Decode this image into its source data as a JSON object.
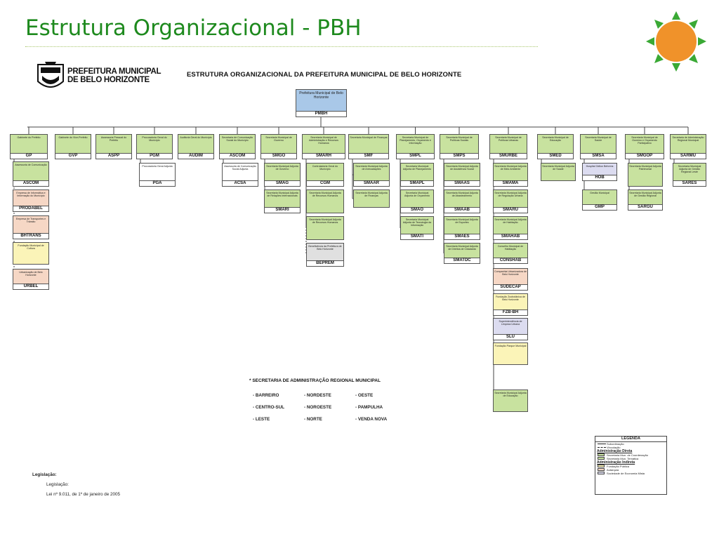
{
  "header": {
    "title": "Estrutura Organizacional - PBH",
    "logo_line1": "PREFEITURA MUNICIPAL",
    "logo_line2": "DE BELO HORIZONTE",
    "chart_title": "ESTRUTURA ORGANIZACIONAL DA PREFEITURA MUNICIPAL DE BELO HORIZONTE"
  },
  "colors": {
    "title_green": "#1e8a1e",
    "sun_orange": "#f0922a",
    "sun_rays": "#3aa935",
    "direct_green": "#c8e29f",
    "root_blue": "#a9c8e8",
    "foundation_yellow": "#fbf4b8",
    "autarchy_peach": "#f6d7c5",
    "mixed_lavender": "#dcdcf0"
  },
  "root": {
    "name": "Prefeitura Municipal de Belo Horizonte",
    "abbr": "PMBH"
  },
  "top_units": [
    {
      "name": "Gabinete do Prefeito",
      "abbr": "GP"
    },
    {
      "name": "Gabinete do Vice-Prefeito",
      "abbr": "GVP"
    },
    {
      "name": "Assessoria Pessoal do Prefeito",
      "abbr": "ASPP"
    },
    {
      "name": "Procuradoria Geral do Município",
      "abbr": "PGM"
    },
    {
      "name": "Auditoria Geral do Município",
      "abbr": "AUDIM"
    },
    {
      "name": "Secretaria de Comunicação Social do Município",
      "abbr": "ASCOM"
    },
    {
      "name": "Secretaria Municipal de Governo",
      "abbr": "SMGO"
    },
    {
      "name": "Secretaria Municipal de Administração e Recursos Humanos",
      "abbr": "SMARH"
    },
    {
      "name": "Secretaria Municipal de Finanças",
      "abbr": "SMF"
    },
    {
      "name": "Secretaria Municipal de Planejamento, Orçamento e Informação",
      "abbr": "SMPL"
    },
    {
      "name": "Secretaria Municipal de Políticas Sociais",
      "abbr": "SMPS"
    },
    {
      "name": "Secretaria Municipal de Políticas Urbanas",
      "abbr": "SMURBE"
    },
    {
      "name": "Secretaria Municipal de Educação",
      "abbr": "SMED"
    },
    {
      "name": "Secretaria Municipal de Saúde",
      "abbr": "SMSA"
    },
    {
      "name": "Secretaria Municipal de Governo e Orçamento Participativo",
      "abbr": "SMGOP"
    },
    {
      "name": "Secretaria de Administração Regional Municipal",
      "abbr": "SARMU"
    }
  ],
  "sub_units": [
    {
      "name": "Assessoria de Comunicação",
      "abbr": "ASCOM",
      "style": "green"
    },
    {
      "name": "Empresa de Informática e Informação do Município",
      "abbr": "PRODABEL",
      "style": "peach"
    },
    {
      "name": "Empresa de Transportes e Trânsito",
      "abbr": "BHTRANS",
      "style": "peach"
    },
    {
      "name": "Fundação Municipal de Cultura",
      "abbr": "",
      "style": "yellow"
    },
    {
      "name": "Urbanização de Belo Horizonte",
      "abbr": "URBEL",
      "style": "peach"
    },
    {
      "name": "Procuradoria Geral Adjunta",
      "abbr": "PGA",
      "style": "light"
    },
    {
      "name": "Assessoria de Comunicação Social Adjunta",
      "abbr": "ACSA",
      "style": "light"
    },
    {
      "name": "Secretaria Municipal Adjunta de Governo",
      "abbr": "SMAG",
      "style": "green"
    },
    {
      "name": "Secretaria Municipal Adjunta de Relações Internacionais",
      "abbr": "SMARI",
      "style": "green"
    },
    {
      "name": "Controladoria Geral do Município",
      "abbr": "CGM",
      "style": "green"
    },
    {
      "name": "Secretaria Municipal Adjunta de Recursos Humanos",
      "abbr": "",
      "style": "green"
    },
    {
      "name": "Secretaria Municipal Adjunta de Recursos Humanos",
      "abbr": "",
      "style": "green"
    },
    {
      "name": "Beneficência da Prefeitura de Belo Horizonte",
      "abbr": "BEPREM",
      "style": "gray"
    },
    {
      "name": "Secretaria Municipal Adjunta de Arrecadações",
      "abbr": "SMAAR",
      "style": "green"
    },
    {
      "name": "Secretaria Municipal Adjunta de Finanças",
      "abbr": "",
      "style": "green"
    },
    {
      "name": "Secretaria Municipal Adjunta de Planejamento",
      "abbr": "SMAPL",
      "style": "green"
    },
    {
      "name": "Secretaria Municipal Adjunta de Orçamento",
      "abbr": "SMAO",
      "style": "green"
    },
    {
      "name": "Secretaria Municipal Adjunta de Tecnologia da Informação",
      "abbr": "SMATI",
      "style": "green"
    },
    {
      "name": "Secretaria Municipal Adjunta de Assistência Social",
      "abbr": "SMAAS",
      "style": "green"
    },
    {
      "name": "Secretaria Municipal Adjunta de Abastecimento",
      "abbr": "SMAAB",
      "style": "green"
    },
    {
      "name": "Secretaria Municipal Adjunta de Esportes",
      "abbr": "SMAES",
      "style": "green"
    },
    {
      "name": "Secretaria Municipal Adjunta de Direitos de Cidadania",
      "abbr": "SMATDC",
      "style": "green"
    },
    {
      "name": "Secretaria Municipal Adjunta de Meio Ambiente",
      "abbr": "SMAMA",
      "style": "green"
    },
    {
      "name": "Secretaria Municipal Adjunta de Regulação Urbana",
      "abbr": "SMARU",
      "style": "green"
    },
    {
      "name": "Secretaria Municipal Adjunta de Habitação",
      "abbr": "SMAHAB",
      "style": "green"
    },
    {
      "name": "Conselho Municipal de Habitação",
      "abbr": "CONSHAB",
      "style": "green"
    },
    {
      "name": "Companhia Urbanizadora de Belo Horizonte",
      "abbr": "SUDECAP",
      "style": "peach"
    },
    {
      "name": "Fundação Zoobotânica de Belo Horizonte",
      "abbr": "FZB-BH",
      "style": "yellow"
    },
    {
      "name": "Superintendência de Limpeza Urbana",
      "abbr": "SLU",
      "style": "lavender"
    },
    {
      "name": "Fundação Parque Municipal",
      "abbr": "",
      "style": "yellow"
    },
    {
      "name": "Secretaria Municipal Adjunta de Educação",
      "abbr": "",
      "style": "green"
    },
    {
      "name": "Secretaria Municipal Adjunta de Saúde",
      "abbr": "",
      "style": "green"
    },
    {
      "name": "Hospital Odilon Behrens",
      "abbr": "HOB",
      "style": "lavender"
    },
    {
      "name": "Gestão Municipal",
      "abbr": "GMP",
      "style": "green"
    },
    {
      "name": "Secretaria Municipal Adjunta Patrimonial",
      "abbr": "",
      "style": "green"
    },
    {
      "name": "Secretaria Municipal Adjunta de Gestão Regional",
      "abbr": "SARGU",
      "style": "green"
    },
    {
      "name": "Secretaria Municipal Adjunta de Gestão Regional Leste",
      "abbr": "SARES",
      "style": "green"
    }
  ],
  "note": "* SECRETARIA DE ADMINISTRAÇÃO REGIONAL MUNICIPAL",
  "regionals": [
    {
      "name": "- BARREIRO"
    },
    {
      "name": "- NORDESTE"
    },
    {
      "name": "- OESTE"
    },
    {
      "name": "- CENTRO-SUL"
    },
    {
      "name": "- NOROESTE"
    },
    {
      "name": "- PAMPULHA"
    },
    {
      "name": "- LESTE"
    },
    {
      "name": "- NORTE"
    },
    {
      "name": "- VENDA NOVA"
    }
  ],
  "legal": {
    "heading": "Legislação:",
    "sub": "Legislação:",
    "law": "Lei nº 9.011, de 1º de janeiro de 2005"
  },
  "legend": {
    "title": "LEGENDA",
    "subordination": "Subordinação",
    "linkage": "Vinculação",
    "direct_heading": "Administração Direta",
    "direct_items": [
      "Secretaria Mun. de Coordenação",
      "Secretaria Mun. Temática"
    ],
    "indirect_heading": "Administração Indireta",
    "indirect_items": [
      "Fundação Pública",
      "Autarquia",
      "Sociedade de Economia Mista"
    ]
  }
}
